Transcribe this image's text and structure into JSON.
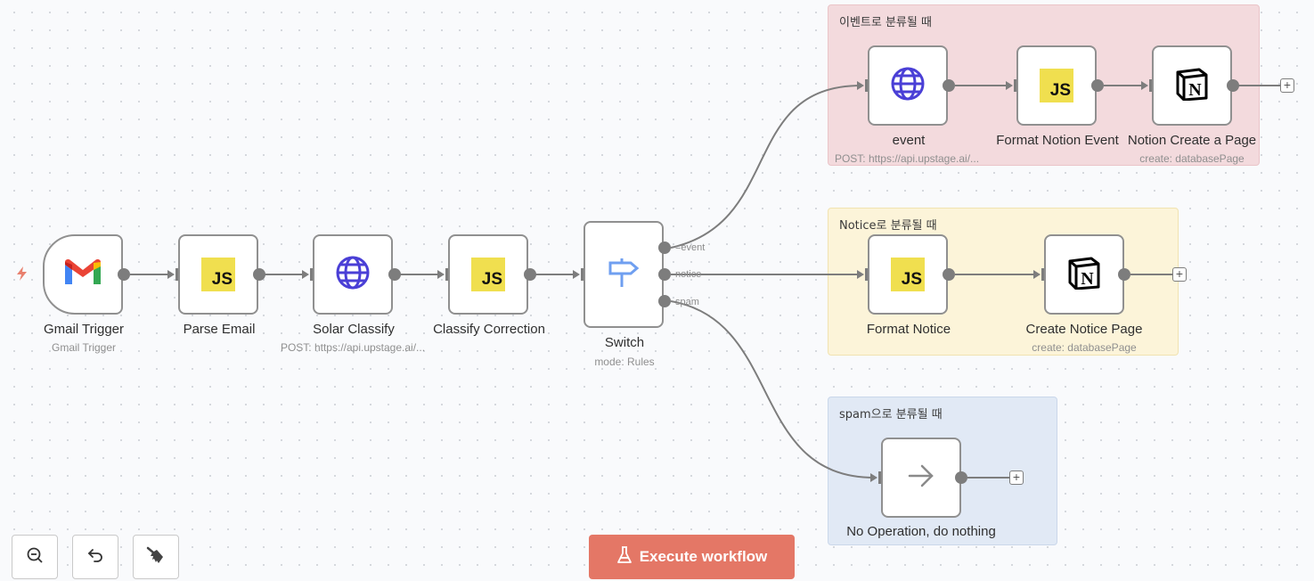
{
  "canvas": {
    "trigger_marker": "lightning-icon"
  },
  "stickies": [
    {
      "id": "event-group",
      "title": "이벤트로 분류될 때",
      "color": "#f3dadd"
    },
    {
      "id": "notice-group",
      "title": "Notice로 분류될 때",
      "color": "#fcf4d9"
    },
    {
      "id": "spam-group",
      "title": "spam으로 분류될 때",
      "color": "#e1e9f5"
    }
  ],
  "nodes": {
    "gmail_trigger": {
      "label": "Gmail Trigger",
      "subtitle": "Gmail Trigger",
      "icon": "gmail-icon"
    },
    "parse_email": {
      "label": "Parse Email",
      "icon": "javascript-icon"
    },
    "solar_classify": {
      "label": "Solar Classify",
      "subtitle": "POST: https://api.upstage.ai/...",
      "icon": "globe-icon"
    },
    "classify_correction": {
      "label": "Classify Correction",
      "icon": "javascript-icon"
    },
    "switch": {
      "label": "Switch",
      "subtitle": "mode: Rules",
      "icon": "signpost-icon",
      "outputs": [
        "=event",
        "notice",
        "spam"
      ]
    },
    "event": {
      "label": "event",
      "subtitle": "POST: https://api.upstage.ai/...",
      "icon": "globe-icon"
    },
    "format_notion_event": {
      "label": "Format Notion Event",
      "icon": "javascript-icon"
    },
    "notion_create_page": {
      "label": "Notion Create a Page",
      "subtitle": "create: databasePage",
      "icon": "notion-icon"
    },
    "format_notice": {
      "label": "Format Notice",
      "icon": "javascript-icon"
    },
    "create_notice_page": {
      "label": "Create Notice Page",
      "subtitle": "create: databasePage",
      "icon": "notion-icon"
    },
    "no_op": {
      "label": "No Operation, do nothing",
      "icon": "arrow-right-icon"
    }
  },
  "icon_text": {
    "js": "JS",
    "plus": "+"
  },
  "toolbar": {
    "zoom_out": "zoom-out-icon",
    "undo": "undo-icon",
    "clear": "broom-icon",
    "execute_label": "Execute workflow"
  },
  "colors": {
    "accent": "#e47766",
    "edge": "#7d7d7d",
    "js": "#f0df4f",
    "globe": "#4a3fd6",
    "switch": "#6f9ff0"
  }
}
